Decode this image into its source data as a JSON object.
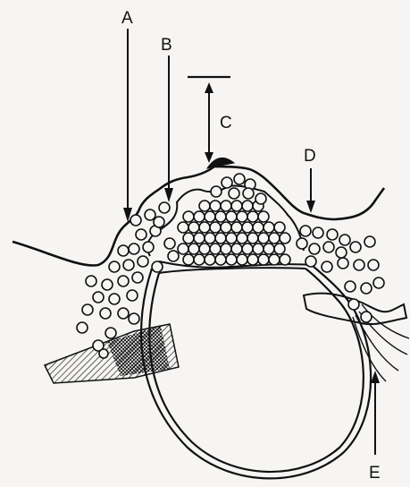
{
  "labels": {
    "a": "A",
    "b": "B",
    "c": "C",
    "d": "D",
    "e": "E"
  },
  "colors": {
    "ink": "#111111",
    "paper": "#f6f5f3"
  }
}
